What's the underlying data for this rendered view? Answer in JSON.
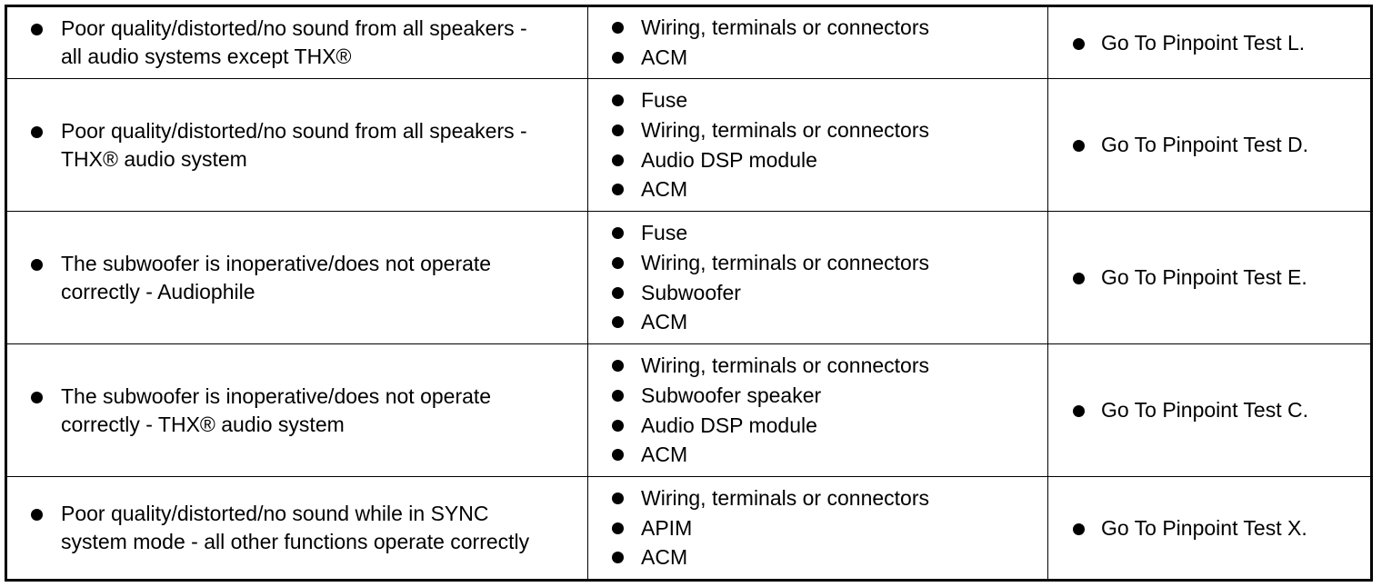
{
  "rows": [
    {
      "condition": [
        "Poor quality/distorted/no sound from all speakers -",
        "all audio systems except THX®"
      ],
      "sources": [
        "Wiring, terminals or connectors",
        "ACM"
      ],
      "action": "Go To Pinpoint Test L."
    },
    {
      "condition": [
        "Poor quality/distorted/no sound from all speakers -",
        "THX® audio system"
      ],
      "sources": [
        "Fuse",
        "Wiring, terminals or connectors",
        "Audio DSP module",
        "ACM"
      ],
      "action": "Go To Pinpoint Test D."
    },
    {
      "condition": [
        "The subwoofer is inoperative/does not operate",
        "correctly - Audiophile"
      ],
      "sources": [
        "Fuse",
        "Wiring, terminals or connectors",
        "Subwoofer",
        "ACM"
      ],
      "action": "Go To Pinpoint Test E."
    },
    {
      "condition": [
        "The subwoofer is inoperative/does not operate",
        "correctly - THX® audio system"
      ],
      "sources": [
        "Wiring, terminals or connectors",
        "Subwoofer speaker",
        "Audio DSP module",
        "ACM"
      ],
      "action": "Go To Pinpoint Test C."
    },
    {
      "condition": [
        "Poor quality/distorted/no sound while in SYNC",
        "system mode - all other functions operate correctly"
      ],
      "sources": [
        "Wiring, terminals or connectors",
        "APIM",
        "ACM"
      ],
      "action": "Go To Pinpoint Test X."
    }
  ]
}
